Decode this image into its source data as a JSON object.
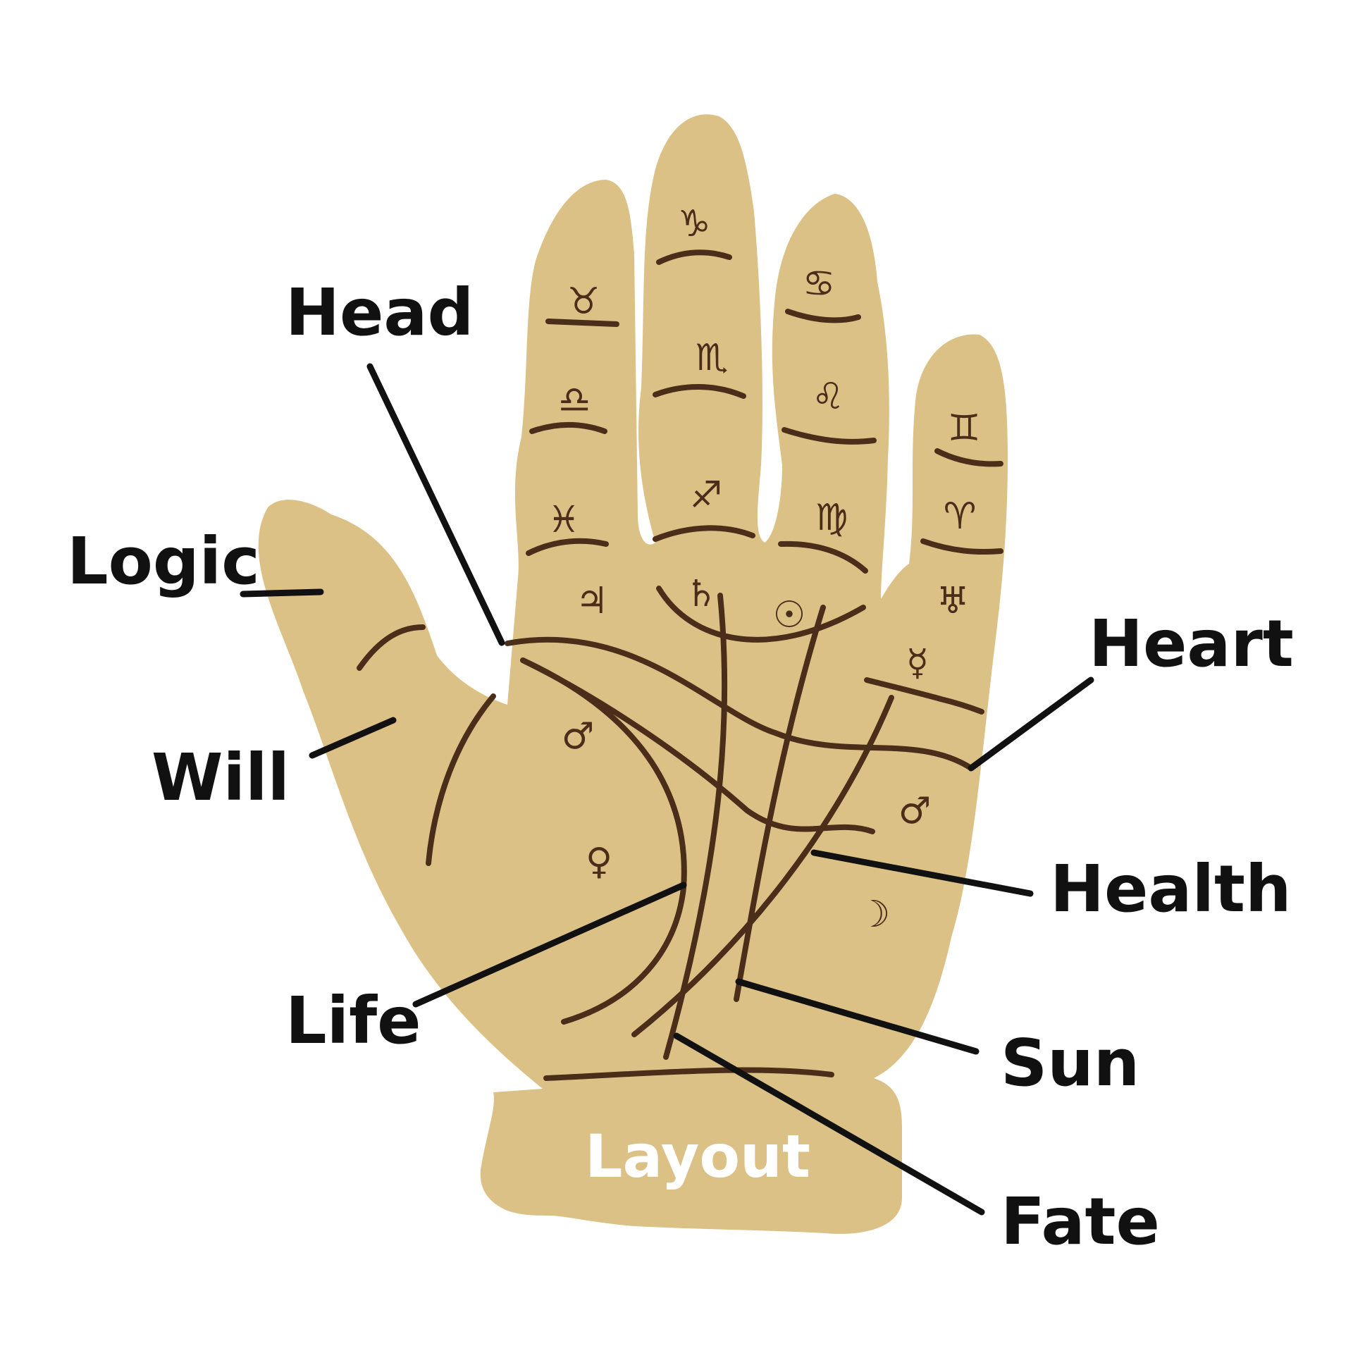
{
  "colors": {
    "skin": "#dcc187",
    "palm_line": "#4a2e1a",
    "label_text": "#111111",
    "wrist_text": "#ffffff"
  },
  "labels": {
    "head": "Head",
    "logic": "Logic",
    "will": "Will",
    "life": "Life",
    "heart": "Heart",
    "health": "Health",
    "sun": "Sun",
    "fate": "Fate",
    "wrist": "Layout"
  },
  "symbols": {
    "index_top": "♉",
    "index_mid": "♎",
    "index_base": "♓",
    "middle_top": "♑",
    "middle_mid": "♏",
    "middle_base": "♐",
    "ring_top": "♋",
    "ring_mid": "♌",
    "ring_base": "♍",
    "little_top": "♊",
    "little_base": "♈",
    "mount_jupiter": "♃",
    "mount_saturn": "♄",
    "mount_sun": "☉",
    "mount_mercury": "☿",
    "mount_mars_upper": "♂",
    "mount_mars_lower": "♂",
    "mount_venus": "♀",
    "mount_moon": "☽",
    "mount_uranus": "♅"
  }
}
